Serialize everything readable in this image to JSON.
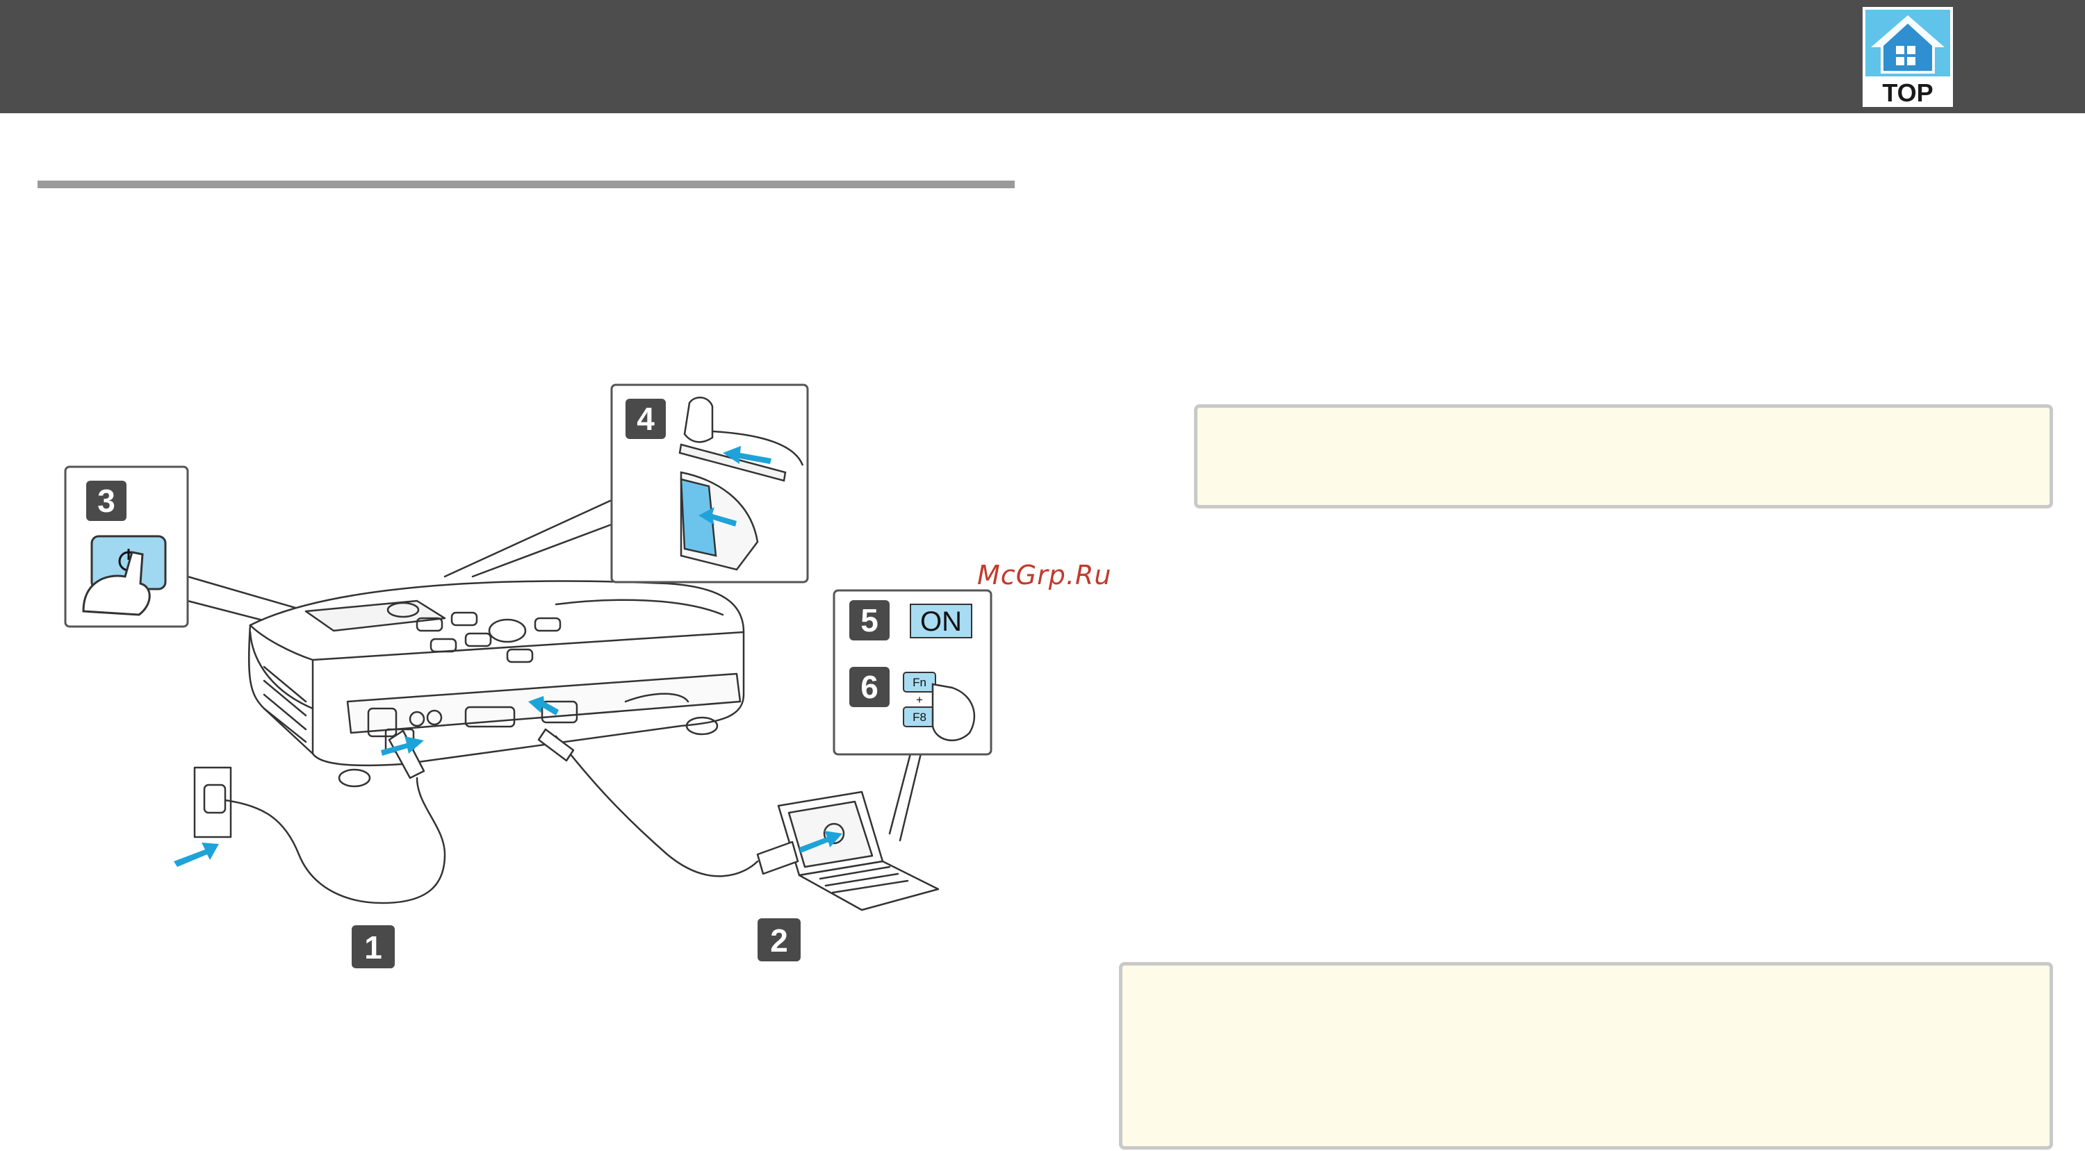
{
  "header": {
    "top_icon": "house-top-icon",
    "top_label": "TOP"
  },
  "watermark": "McGrp.Ru",
  "diagram": {
    "steps": [
      "1",
      "2",
      "3",
      "4",
      "5",
      "6"
    ],
    "on_label": "ON",
    "key_fn": "Fn",
    "key_plus": "+",
    "key_f8": "F8"
  },
  "colors": {
    "header": "#4d4d4d",
    "accent": "#1ea3d9",
    "step_badge": "#4a4a4a",
    "note_bg": "#fffbe9"
  }
}
